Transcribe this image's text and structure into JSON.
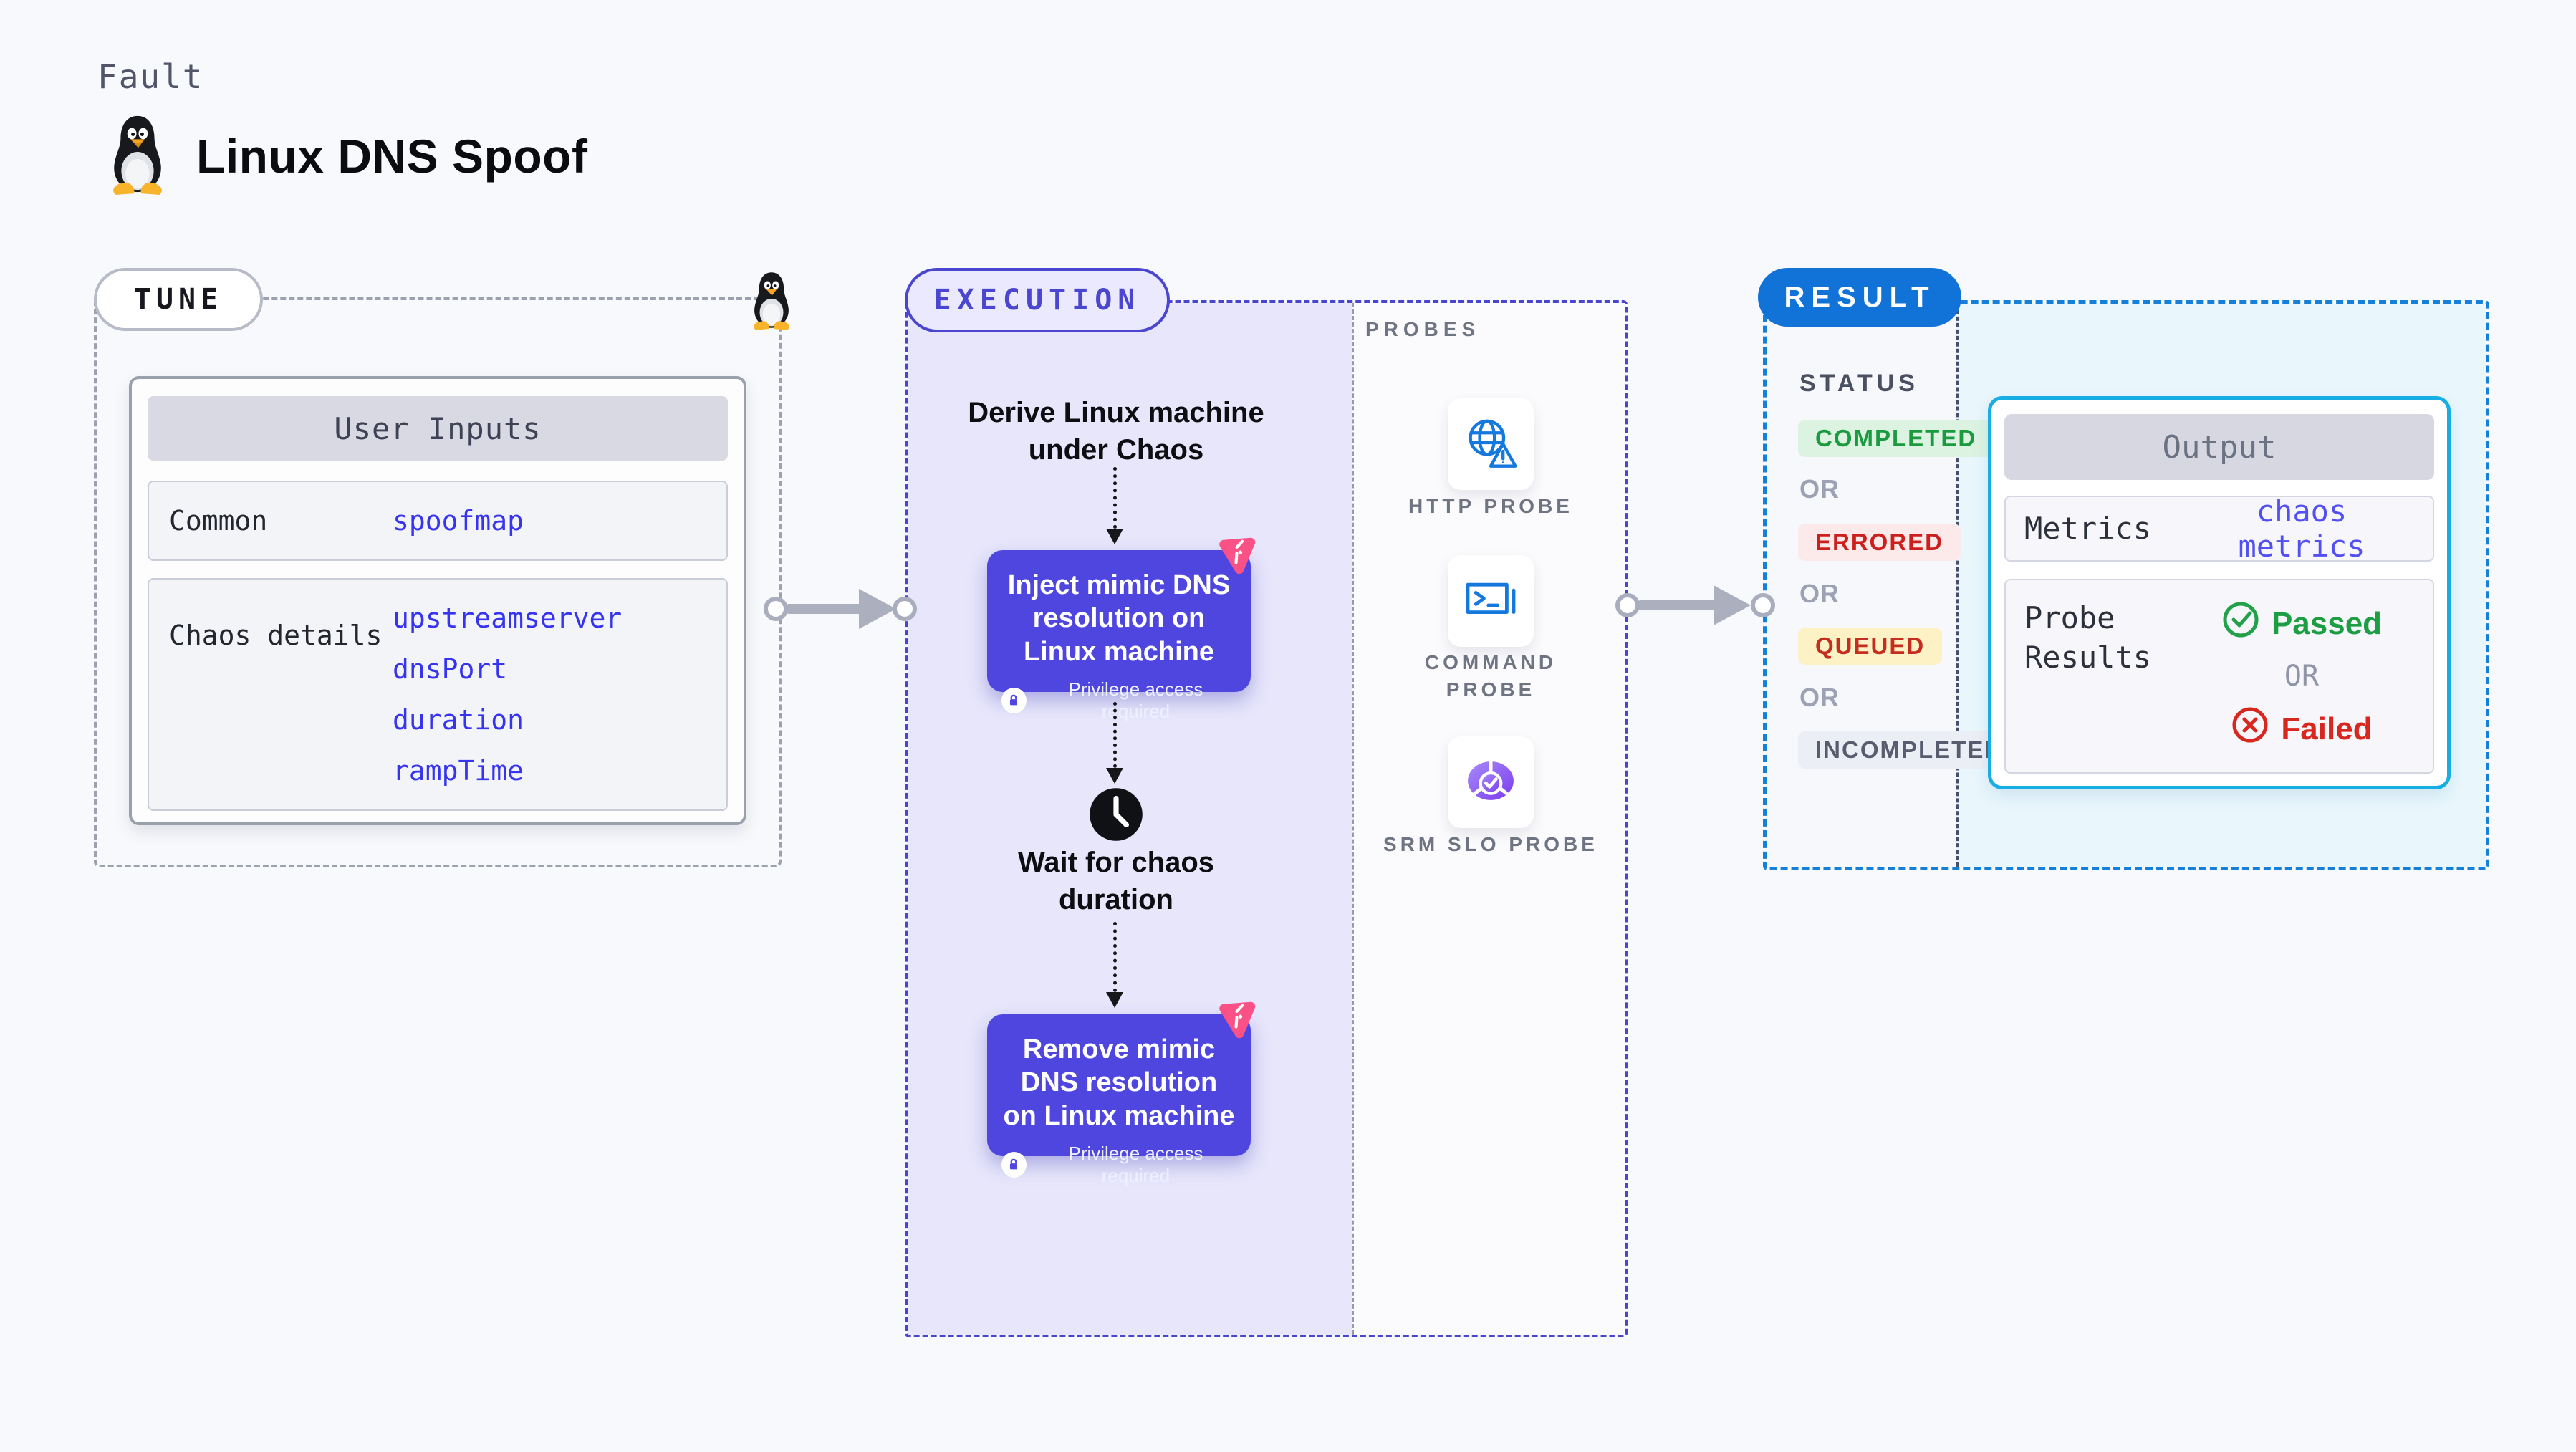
{
  "header": {
    "eyebrow": "Fault",
    "title": "Linux DNS Spoof",
    "icon": "tux-penguin"
  },
  "tune": {
    "pill": "TUNE",
    "card": {
      "title": "User Inputs",
      "rows": [
        {
          "label": "Common",
          "values": [
            "spoofmap"
          ]
        },
        {
          "label": "Chaos details",
          "values": [
            "upstreamserver",
            "dnsPort",
            "duration",
            "rampTime"
          ]
        }
      ]
    }
  },
  "execution": {
    "pill": "EXECUTION",
    "start_label": "Derive Linux machine under Chaos",
    "inject_label": "Inject mimic DNS resolution on Linux machine",
    "wait_label": "Wait for chaos duration",
    "remove_label": "Remove mimic DNS resolution on Linux machine",
    "privilege_note": "Privilege access required"
  },
  "probes": {
    "section_label": "PROBES",
    "items": [
      {
        "name": "HTTP PROBE",
        "icon": "globe-alert-icon"
      },
      {
        "name": "COMMAND PROBE",
        "icon": "terminal-icon"
      },
      {
        "name": "SRM SLO PROBE",
        "icon": "slo-pie-check-icon"
      }
    ]
  },
  "result": {
    "pill": "RESULT",
    "status_label": "STATUS",
    "or_label": "OR",
    "statuses": [
      {
        "label": "COMPLETED",
        "fg": "#1b9a40",
        "bg": "#dcf3e2"
      },
      {
        "label": "ERRORED",
        "fg": "#cb201d",
        "bg": "#fce9e9"
      },
      {
        "label": "QUEUED",
        "fg": "#c52e1f",
        "bg": "#fdf1c6"
      },
      {
        "label": "INCOMPLETED",
        "fg": "#575d6e",
        "bg": "#eceef5"
      }
    ],
    "output": {
      "title": "Output",
      "metrics_label": "Metrics",
      "metrics_value": "chaos metrics",
      "probe_results_label": "Probe Results",
      "passed_label": "Passed",
      "or_label": "OR",
      "failed_label": "Failed"
    }
  },
  "colors": {
    "page_bg": "#f8f9fc",
    "execution_accent": "#4a45cf",
    "execution_fill": "#e7e6fb",
    "node_fill": "#4f46df",
    "result_accent": "#1480da",
    "result_fill": "#e9f6fc",
    "output_border": "#17aee6",
    "value_blue": "#3734f0",
    "passed_green": "#1e9e44",
    "failed_red": "#d8271f",
    "litmus_pink": "#fa5186",
    "arrow_gray": "#abafbe"
  }
}
